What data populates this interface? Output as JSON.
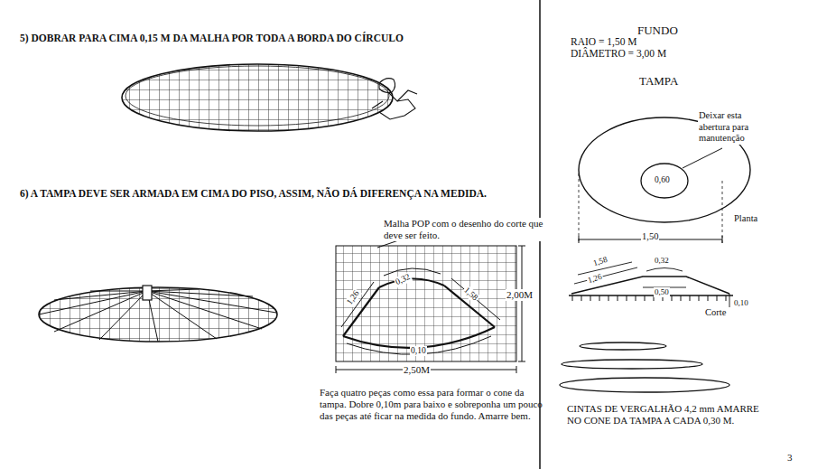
{
  "diagram": {
    "labels": [
      "5) DOBRAR PARA CIMA 0,15 M DA MALHA POR TODA A BORDA DO CÍRCULO",
      "6) A TAMPA DEVE SER ARMADA EM CIMA DO PISO, ASSIM, NÃO DÁ DIFERENÇA NA MEDIDA.",
      "Malha POP com o desenho do corte que deve ser feito.",
      "1,26",
      "0,32",
      "1,58",
      "0,10",
      "2,00M",
      "2,50M",
      "Faça quatro peças como essa para formar o cone da tampa. Dobre 0,10m para baixo e sobreponha um pouco das peças até ficar na medida do fundo. Amarre bem.",
      "FUNDO",
      "RAIO = 1,50 M",
      "DIÂMETRO = 3,00 M",
      "TAMPA",
      "Deixar esta abertura para manutenção",
      "0,60",
      "Planta",
      "1,50",
      "1,58",
      "0,32",
      "1,26",
      "0,50",
      "0,10",
      "Corte",
      "CINTAS DE VERGALHÃO 4,2 mm AMARRE NO CONE DA TAMPA A CADA 0,30 M.",
      "3"
    ]
  }
}
